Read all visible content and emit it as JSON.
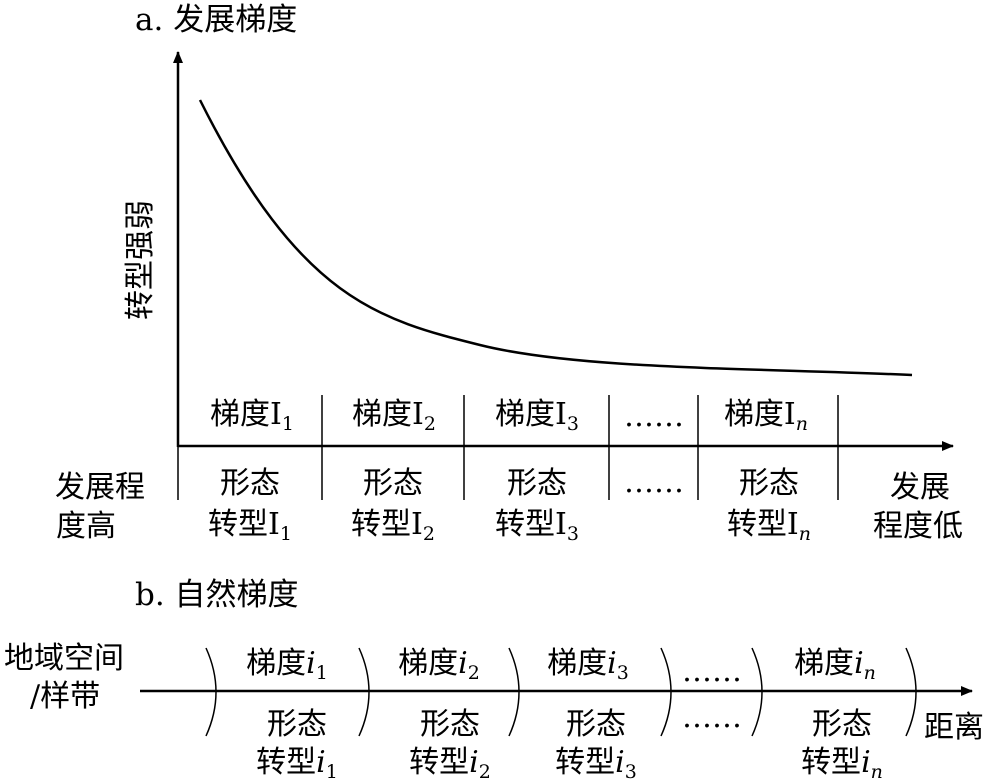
{
  "colors": {
    "ink": "#000000",
    "background": "#ffffff"
  },
  "panel_a": {
    "title": "a. 发展梯度",
    "y_axis_label": "转型强弱",
    "left_label": [
      "发展程",
      "度高"
    ],
    "right_label": [
      "发展",
      "程度低"
    ],
    "gradients": [
      {
        "prefix": "梯度I",
        "sub": "1"
      },
      {
        "prefix": "梯度I",
        "sub": "2"
      },
      {
        "prefix": "梯度I",
        "sub": "3"
      },
      {
        "prefix": "……",
        "sub": ""
      },
      {
        "prefix": "梯度I",
        "sub": "n"
      }
    ],
    "transforms": [
      {
        "line1": "形态",
        "prefix": "转型I",
        "sub": "1"
      },
      {
        "line1": "形态",
        "prefix": "转型I",
        "sub": "2"
      },
      {
        "line1": "形态",
        "prefix": "转型I",
        "sub": "3"
      },
      {
        "line1": "……",
        "prefix": "",
        "sub": ""
      },
      {
        "line1": "形态",
        "prefix": "转型I",
        "sub": "n"
      }
    ]
  },
  "panel_b": {
    "title": "b. 自然梯度",
    "left_label": [
      "地域空间",
      "/样带"
    ],
    "axis_label": "距离",
    "gradients": [
      {
        "prefix": "梯度",
        "var": "i",
        "sub": "1"
      },
      {
        "prefix": "梯度",
        "var": "i",
        "sub": "2"
      },
      {
        "prefix": "梯度",
        "var": "i",
        "sub": "3"
      },
      {
        "prefix": "……",
        "var": "",
        "sub": ""
      },
      {
        "prefix": "梯度",
        "var": "i",
        "sub": "n"
      }
    ],
    "transforms": [
      {
        "line1": "形态",
        "prefix": "转型",
        "var": "i",
        "sub": "1"
      },
      {
        "line1": "形态",
        "prefix": "转型",
        "var": "i",
        "sub": "2"
      },
      {
        "line1": "形态",
        "prefix": "转型",
        "var": "i",
        "sub": "3"
      },
      {
        "line1": "……",
        "prefix": "",
        "var": "",
        "sub": ""
      },
      {
        "line1": "形态",
        "prefix": "转型",
        "var": "i",
        "sub": "n"
      }
    ]
  }
}
